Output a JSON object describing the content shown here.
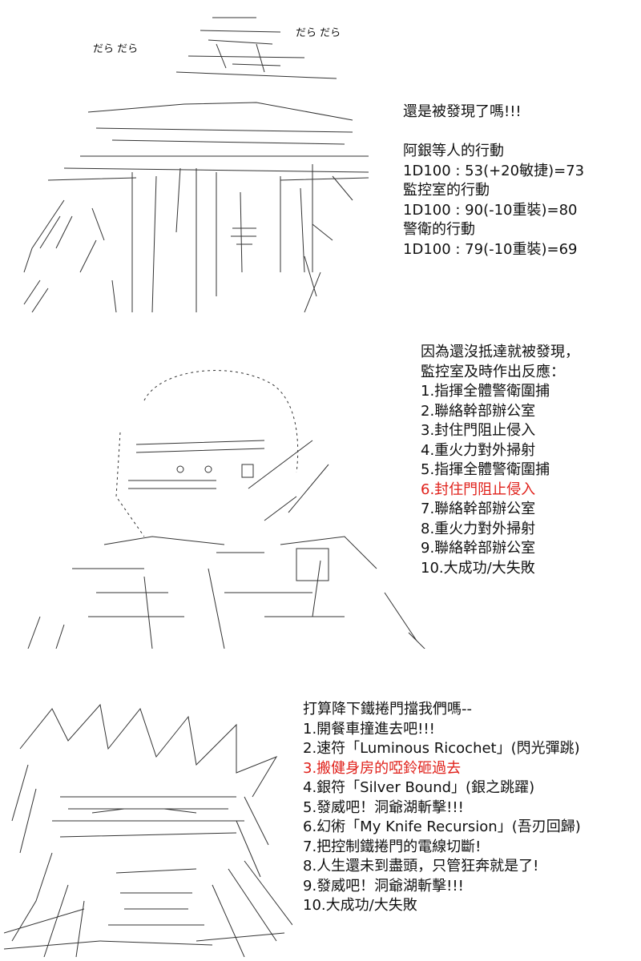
{
  "panel1": {
    "sfx_left": "だら だら",
    "sfx_right": "だら だら",
    "lines": [
      "還是被發現了嗎!!!",
      "",
      "阿銀等人的行動",
      "1D100 : 53(+20敏捷)=73",
      "監控室的行動",
      "1D100 : 90(-10重裝)=80",
      "警衛的行動",
      "1D100 : 79(-10重裝)=69"
    ]
  },
  "panel2": {
    "lines": [
      "因為還沒抵達就被發現，",
      "監控室及時作出反應：",
      "1.指揮全體警衛圍捕",
      "2.聯絡幹部辦公室",
      "3.封住門阻止侵入",
      "4.重火力對外掃射",
      "5.指揮全體警衛圍捕",
      "6.封住門阻止侵入",
      "7.聯絡幹部辦公室",
      "8.重火力對外掃射",
      "9.聯絡幹部辦公室",
      "10.大成功/大失敗"
    ],
    "highlight_index": 7,
    "highlight_color": "#e0211b"
  },
  "panel3": {
    "lines": [
      "打算降下鐵捲門擋我們嗎--",
      "1.開餐車撞進去吧!!!",
      "2.速符「Luminous Ricochet」(閃光彈跳)",
      "3.搬健身房的啞鈴砸過去",
      "4.銀符「Silver Bound」(銀之跳躍)",
      "5.發威吧！洞爺湖斬擊!!!",
      "6.幻術「My Knife Recursion」(吾刃回歸)",
      "7.把控制鐵捲門的電線切斷!",
      "8.人生還未到盡頭，只管狂奔就是了!",
      "9.發威吧！洞爺湖斬擊!!!",
      "10.大成功/大失敗"
    ],
    "highlight_index": 3,
    "highlight_color": "#e0211b"
  }
}
